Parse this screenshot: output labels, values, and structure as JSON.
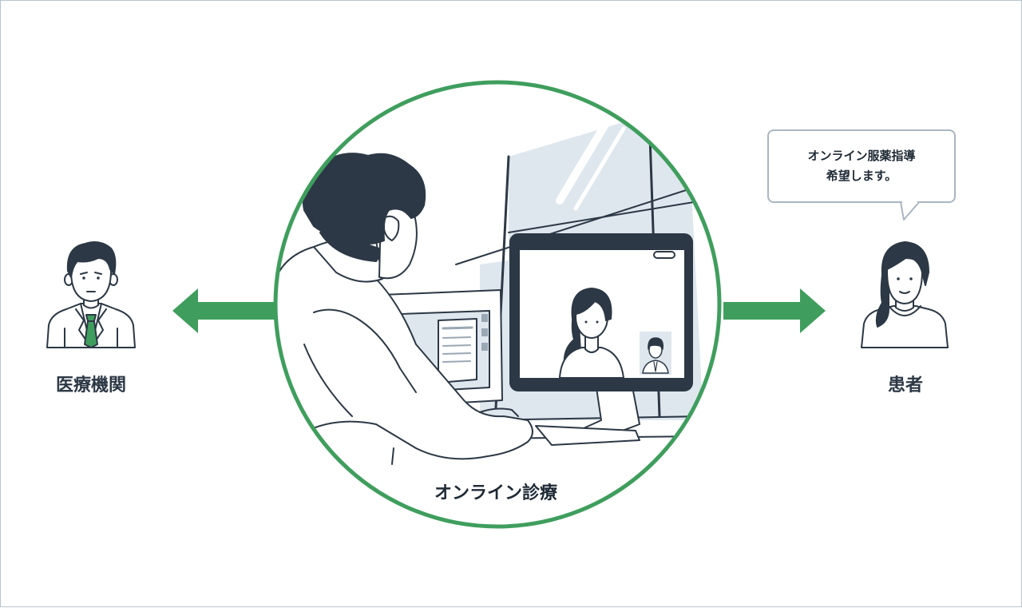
{
  "labels": {
    "medical_institution": "医療機関",
    "patient": "患者",
    "online_consultation": "オンライン診療"
  },
  "speech_bubble": {
    "line1": "オンライン服薬指導",
    "line2": "希望します。"
  },
  "colors": {
    "accent_green": "#3f9e5d",
    "ink": "#2c3845",
    "light_blue": "#dfe7ee",
    "bubble_border": "#aab6c1",
    "frame_border": "#b9c4ce"
  },
  "icons": {
    "left_person": "doctor-avatar-icon",
    "right_person": "patient-avatar-icon",
    "center_scene": "online-consultation-illustration",
    "left_arrow": "arrow-left-icon",
    "right_arrow": "arrow-right-icon"
  }
}
